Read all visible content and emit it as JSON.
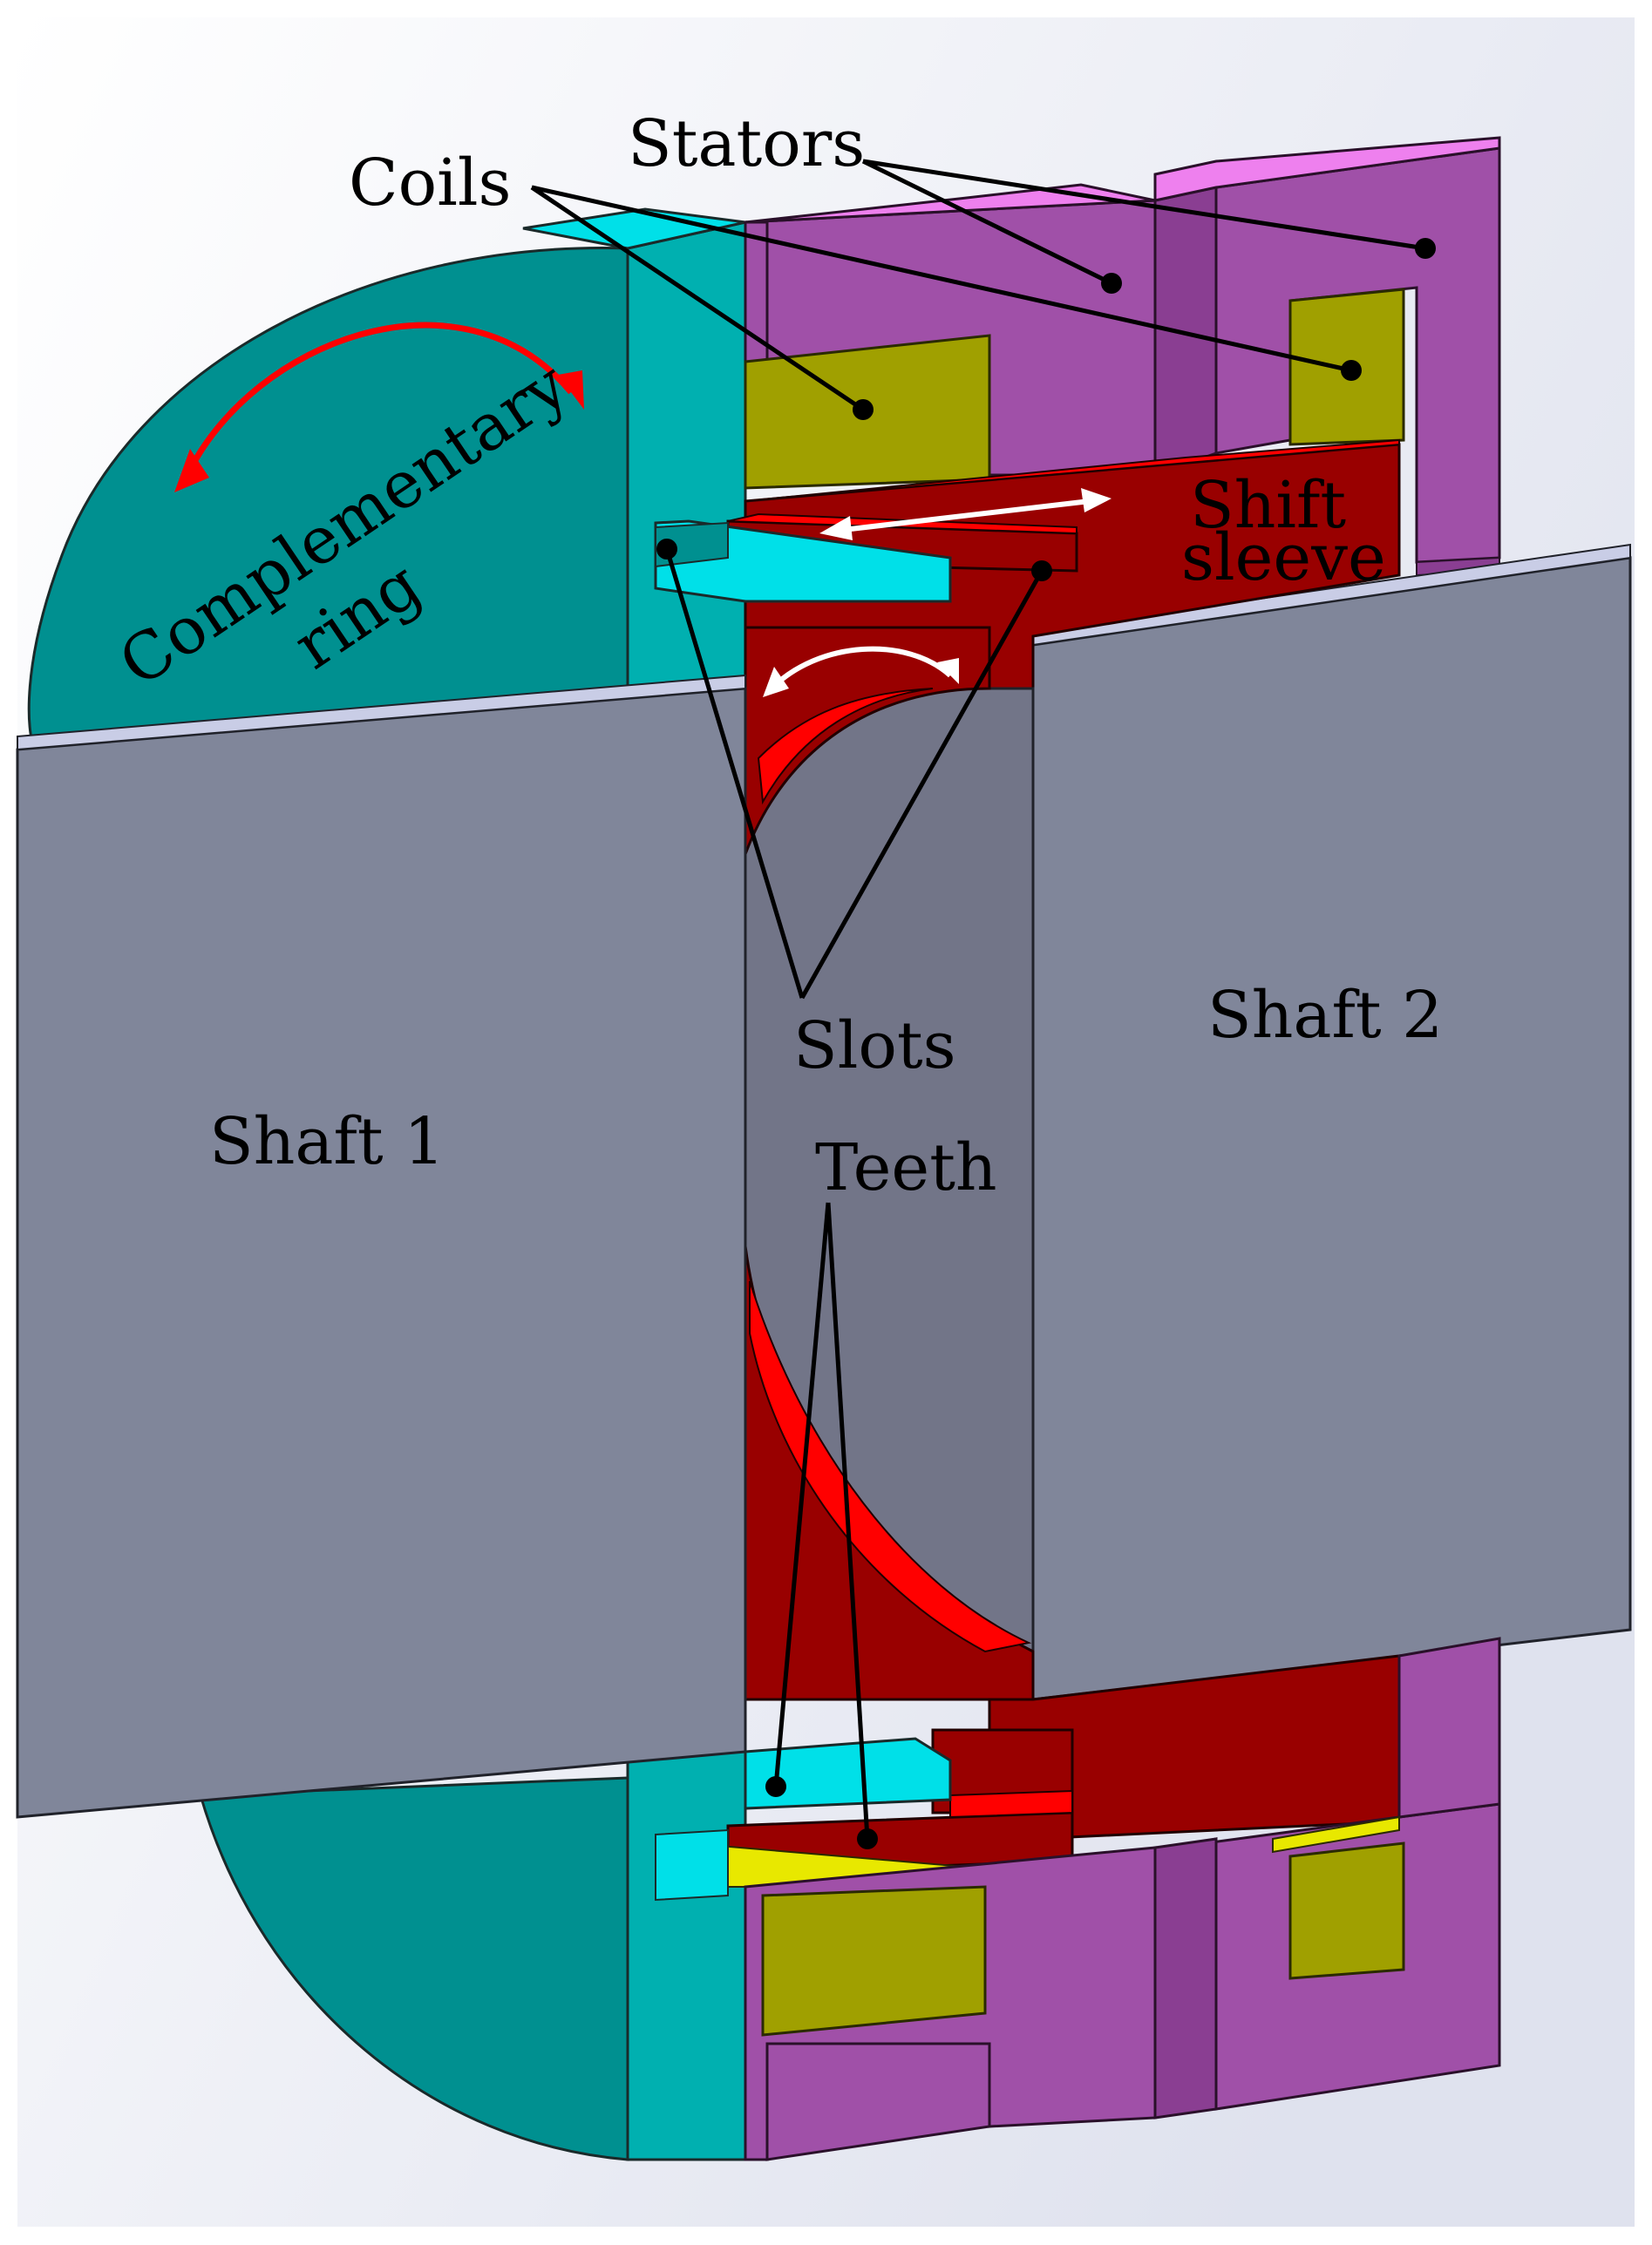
{
  "labels": {
    "stators": "Stators",
    "coils": "Coils",
    "complementary": "Complementary",
    "ring": "ring",
    "shift": "Shift",
    "sleeve": "sleeve",
    "slots": "Slots",
    "shaft1": "Shaft 1",
    "shaft2": "Shaft 2",
    "teeth": "Teeth"
  },
  "colors": {
    "shaft_face": "#80869a",
    "shaft_top": "#c9cde6",
    "ring_face": "#009090",
    "ring_front": "#00b0b0",
    "ring_top": "#00e0e8",
    "stator_face": "#a050a8",
    "stator_dark": "#8a3e92",
    "stator_top": "#ee80ee",
    "coil_face": "#a0a000",
    "coil_top": "#e8e800",
    "sleeve_face": "#990000",
    "sleeve_bright": "#ff0000",
    "arrow": "#ff0000",
    "leader": "#000000",
    "background_top": "#e4e6f0"
  }
}
